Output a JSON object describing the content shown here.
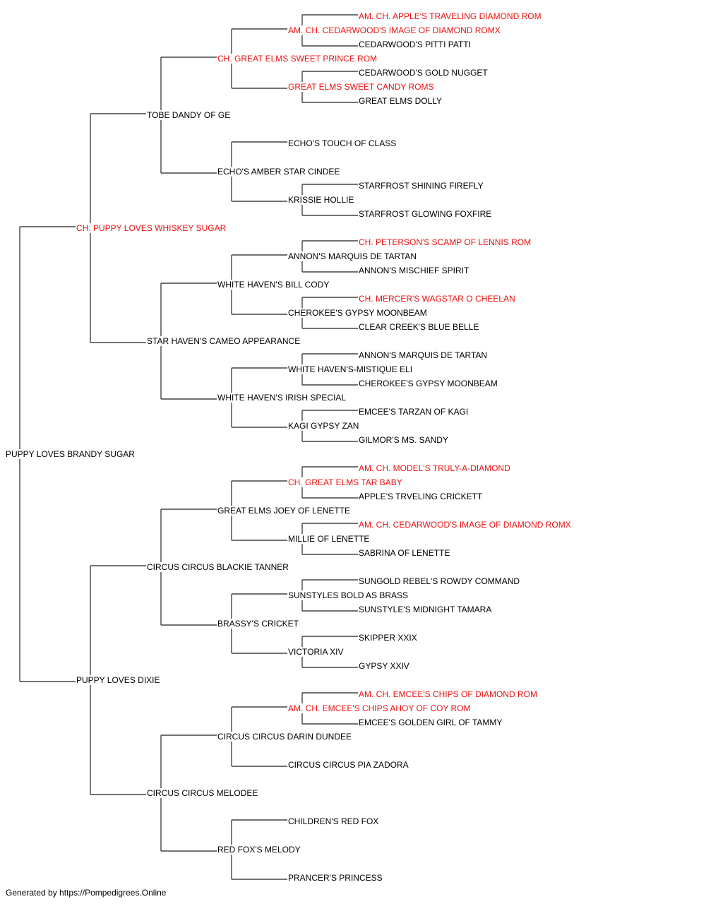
{
  "pedigree": [
    {
      "id": "root",
      "name": "PUPPY LOVES BRANDY SUGAR",
      "gen": 0,
      "slot": 31,
      "champion": false
    },
    {
      "id": "s",
      "name": "CH. PUPPY LOVES WHISKEY SUGAR",
      "gen": 1,
      "slot": 15,
      "champion": true
    },
    {
      "id": "d",
      "name": "PUPPY LOVES DIXIE",
      "gen": 1,
      "slot": 47,
      "champion": false
    },
    {
      "id": "ss",
      "name": "TOBE DANDY OF GE",
      "gen": 2,
      "slot": 7,
      "champion": false
    },
    {
      "id": "sd",
      "name": "STAR HAVEN'S CAMEO APPEARANCE",
      "gen": 2,
      "slot": 23,
      "champion": false
    },
    {
      "id": "ds",
      "name": "CIRCUS CIRCUS BLACKIE TANNER",
      "gen": 2,
      "slot": 39,
      "champion": false
    },
    {
      "id": "dd",
      "name": "CIRCUS CIRCUS MELODEE",
      "gen": 2,
      "slot": 55,
      "champion": false
    },
    {
      "id": "sss",
      "name": "CH. GREAT ELMS SWEET PRINCE ROM",
      "gen": 3,
      "slot": 3,
      "champion": true
    },
    {
      "id": "ssd",
      "name": "ECHO'S AMBER STAR CINDEE",
      "gen": 3,
      "slot": 11,
      "champion": false
    },
    {
      "id": "sds",
      "name": "WHITE HAVEN'S BILL CODY",
      "gen": 3,
      "slot": 19,
      "champion": false
    },
    {
      "id": "sdd",
      "name": "WHITE HAVEN'S IRISH SPECIAL",
      "gen": 3,
      "slot": 27,
      "champion": false
    },
    {
      "id": "dss",
      "name": "GREAT ELMS JOEY OF LENETTE",
      "gen": 3,
      "slot": 35,
      "champion": false
    },
    {
      "id": "dsd",
      "name": "BRASSY'S CRICKET",
      "gen": 3,
      "slot": 43,
      "champion": false
    },
    {
      "id": "dds",
      "name": "CIRCUS CIRCUS DARIN DUNDEE",
      "gen": 3,
      "slot": 51,
      "champion": false
    },
    {
      "id": "ddd",
      "name": "RED FOX'S MELODY",
      "gen": 3,
      "slot": 59,
      "champion": false
    },
    {
      "id": "ssss",
      "name": "AM. CH. CEDARWOOD'S IMAGE OF DIAMOND ROMX",
      "gen": 4,
      "slot": 1,
      "champion": true
    },
    {
      "id": "sssd",
      "name": "GREAT ELMS SWEET CANDY ROMS",
      "gen": 4,
      "slot": 5,
      "champion": true
    },
    {
      "id": "ssds",
      "name": "ECHO'S TOUCH OF CLASS",
      "gen": 4,
      "slot": 9,
      "champion": false
    },
    {
      "id": "ssdd",
      "name": "KRISSIE HOLLIE",
      "gen": 4,
      "slot": 13,
      "champion": false
    },
    {
      "id": "sdss",
      "name": "ANNON'S MARQUIS DE TARTAN",
      "gen": 4,
      "slot": 17,
      "champion": false
    },
    {
      "id": "sdsd",
      "name": "CHEROKEE'S GYPSY MOONBEAM",
      "gen": 4,
      "slot": 21,
      "champion": false
    },
    {
      "id": "sdds",
      "name": "WHITE HAVEN'S-MISTIQUE ELI",
      "gen": 4,
      "slot": 25,
      "champion": false
    },
    {
      "id": "sddd",
      "name": "KAGI GYPSY ZAN",
      "gen": 4,
      "slot": 29,
      "champion": false
    },
    {
      "id": "dsss",
      "name": "CH. GREAT ELMS TAR BABY",
      "gen": 4,
      "slot": 33,
      "champion": true
    },
    {
      "id": "dssd",
      "name": "MILLIE OF LENETTE",
      "gen": 4,
      "slot": 37,
      "champion": false
    },
    {
      "id": "dsds",
      "name": "SUNSTYLES BOLD AS BRASS",
      "gen": 4,
      "slot": 41,
      "champion": false
    },
    {
      "id": "dsdd",
      "name": "VICTORIA XIV",
      "gen": 4,
      "slot": 45,
      "champion": false
    },
    {
      "id": "ddss",
      "name": "AM. CH. EMCEE'S CHIPS AHOY OF COY ROM",
      "gen": 4,
      "slot": 49,
      "champion": true
    },
    {
      "id": "ddsd",
      "name": "CIRCUS CIRCUS PIA ZADORA",
      "gen": 4,
      "slot": 53,
      "champion": false
    },
    {
      "id": "ddds",
      "name": "CHILDREN'S RED FOX",
      "gen": 4,
      "slot": 57,
      "champion": false
    },
    {
      "id": "dddd",
      "name": "PRANCER'S PRINCESS",
      "gen": 4,
      "slot": 61,
      "champion": false
    },
    {
      "id": "sssss",
      "name": "AM. CH. APPLE'S TRAVELING DIAMOND ROM",
      "gen": 5,
      "slot": 0,
      "champion": true
    },
    {
      "id": "ssssd",
      "name": "CEDARWOOD'S PITTI PATTI",
      "gen": 5,
      "slot": 2,
      "champion": false
    },
    {
      "id": "sssds",
      "name": "CEDARWOOD'S GOLD NUGGET",
      "gen": 5,
      "slot": 4,
      "champion": false
    },
    {
      "id": "sssdd",
      "name": "GREAT ELMS DOLLY",
      "gen": 5,
      "slot": 6,
      "champion": false
    },
    {
      "id": "ssdds",
      "name": "STARFROST SHINING FIREFLY",
      "gen": 5,
      "slot": 12,
      "champion": false
    },
    {
      "id": "ssddd",
      "name": "STARFROST GLOWING FOXFIRE",
      "gen": 5,
      "slot": 14,
      "champion": false
    },
    {
      "id": "sdsss",
      "name": "CH. PETERSON'S SCAMP OF LENNIS ROM",
      "gen": 5,
      "slot": 16,
      "champion": true
    },
    {
      "id": "sdssd",
      "name": "ANNON'S MISCHIEF SPIRIT",
      "gen": 5,
      "slot": 18,
      "champion": false
    },
    {
      "id": "sdsds",
      "name": "CH. MERCER'S WAGSTAR O CHEELAN",
      "gen": 5,
      "slot": 20,
      "champion": true
    },
    {
      "id": "sdsdd",
      "name": "CLEAR CREEK'S BLUE BELLE",
      "gen": 5,
      "slot": 22,
      "champion": false
    },
    {
      "id": "sddss",
      "name": "ANNON'S MARQUIS DE TARTAN",
      "gen": 5,
      "slot": 24,
      "champion": false
    },
    {
      "id": "sddsd",
      "name": "CHEROKEE'S GYPSY MOONBEAM",
      "gen": 5,
      "slot": 26,
      "champion": false
    },
    {
      "id": "sddds",
      "name": "EMCEE'S TARZAN OF KAGI",
      "gen": 5,
      "slot": 28,
      "champion": false
    },
    {
      "id": "sdddd",
      "name": "GILMOR'S MS. SANDY",
      "gen": 5,
      "slot": 30,
      "champion": false
    },
    {
      "id": "dssss",
      "name": "AM. CH. MODEL'S TRULY-A-DIAMOND",
      "gen": 5,
      "slot": 32,
      "champion": true
    },
    {
      "id": "dsssd",
      "name": "APPLE'S TRVELING CRICKETT",
      "gen": 5,
      "slot": 34,
      "champion": false
    },
    {
      "id": "dssds",
      "name": "AM. CH. CEDARWOOD'S IMAGE OF DIAMOND ROMX",
      "gen": 5,
      "slot": 36,
      "champion": true
    },
    {
      "id": "dssdd",
      "name": "SABRINA OF LENETTE",
      "gen": 5,
      "slot": 38,
      "champion": false
    },
    {
      "id": "dsdss",
      "name": "SUNGOLD REBEL'S ROWDY COMMAND",
      "gen": 5,
      "slot": 40,
      "champion": false
    },
    {
      "id": "dsdsd",
      "name": "SUNSTYLE'S MIDNIGHT TAMARA",
      "gen": 5,
      "slot": 42,
      "champion": false
    },
    {
      "id": "dsdds",
      "name": "SKIPPER XXIX",
      "gen": 5,
      "slot": 44,
      "champion": false
    },
    {
      "id": "dsddd",
      "name": "GYPSY XXIV",
      "gen": 5,
      "slot": 46,
      "champion": false
    },
    {
      "id": "ddsss",
      "name": "AM. CH. EMCEE'S CHIPS OF DIAMOND ROM",
      "gen": 5,
      "slot": 48,
      "champion": true
    },
    {
      "id": "ddssd",
      "name": "EMCEE'S GOLDEN GIRL OF TAMMY",
      "gen": 5,
      "slot": 50,
      "champion": false
    }
  ],
  "footer": "Generated by https://Pompedigrees.Online",
  "colors": {
    "champion": "#ee1111",
    "normal": "#000000",
    "connector": "#444444"
  }
}
